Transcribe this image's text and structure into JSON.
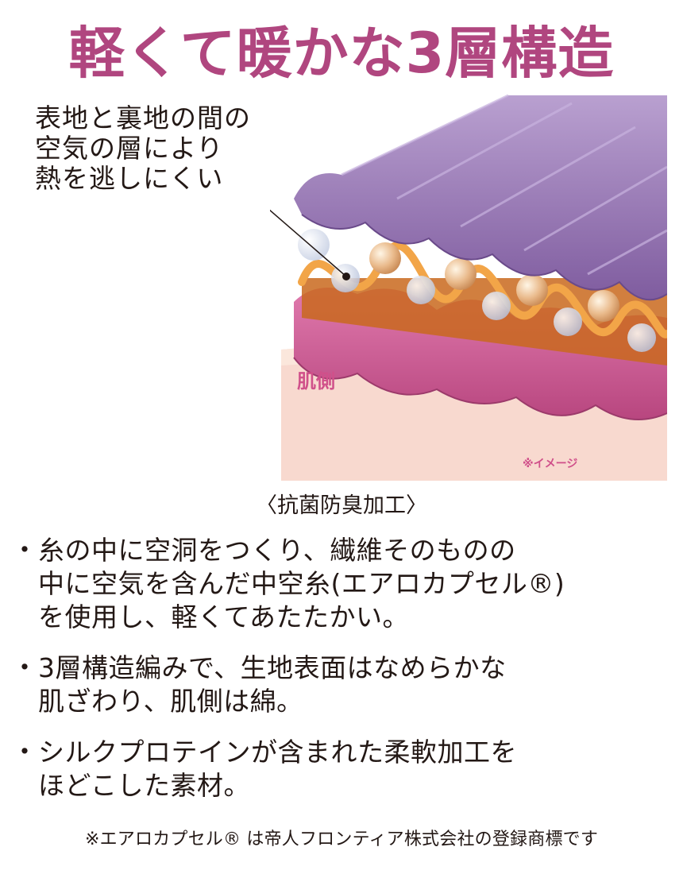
{
  "title": "軽くて暖かな3層構造",
  "callout": "表地と裏地の間の\n空気の層により\n熱を逃しにくい",
  "illustration": {
    "skin_label": "肌側",
    "image_note": "※イメージ",
    "colors": {
      "top_layer": "#9b7bb8",
      "middle_layer": "#e98a2f",
      "bottom_layer": "#d05f9a",
      "skin": "#f8d9cf",
      "title": "#b0467f"
    }
  },
  "caption": "〈抗菌防臭加工〉",
  "bullets": [
    {
      "mark": "・",
      "text": "糸の中に空洞をつくり、繊維そのものの\n中に空気を含んだ中空糸(エアロカプセル®)\nを使用し、軽くてあたたかい。"
    },
    {
      "mark": "・",
      "text": "3層構造編みで、生地表面はなめらかな\n肌ざわり、肌側は綿。"
    },
    {
      "mark": "・",
      "text": "シルクプロテインが含まれた柔軟加工を\nほどこした素材。"
    }
  ],
  "footnote": "※エアロカプセル® は帝人フロンティア株式会社の登録商標です"
}
